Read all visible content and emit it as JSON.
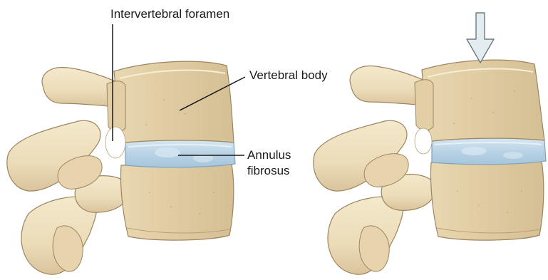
{
  "labels": {
    "intervertebral_foramen": "Intervertebral foramen",
    "vertebral_body": "Vertebral body",
    "annulus_line1": "Annulus",
    "annulus_line2": "fibrosus"
  },
  "colors": {
    "bone": "#ecdcb8",
    "bone_light": "#f4e9cc",
    "bone_shadow": "#c9b48a",
    "bone_outline": "#9c8560",
    "disc": "#b9d3e6",
    "disc_light": "#d6e6f1",
    "disc_outline": "#7fa2bd",
    "arrow_fill": "#e3ecef",
    "arrow_stroke": "#6e7a80",
    "leader_line": "#1a1a1a"
  },
  "icons": {
    "compression_arrow": "down-arrow-icon"
  }
}
